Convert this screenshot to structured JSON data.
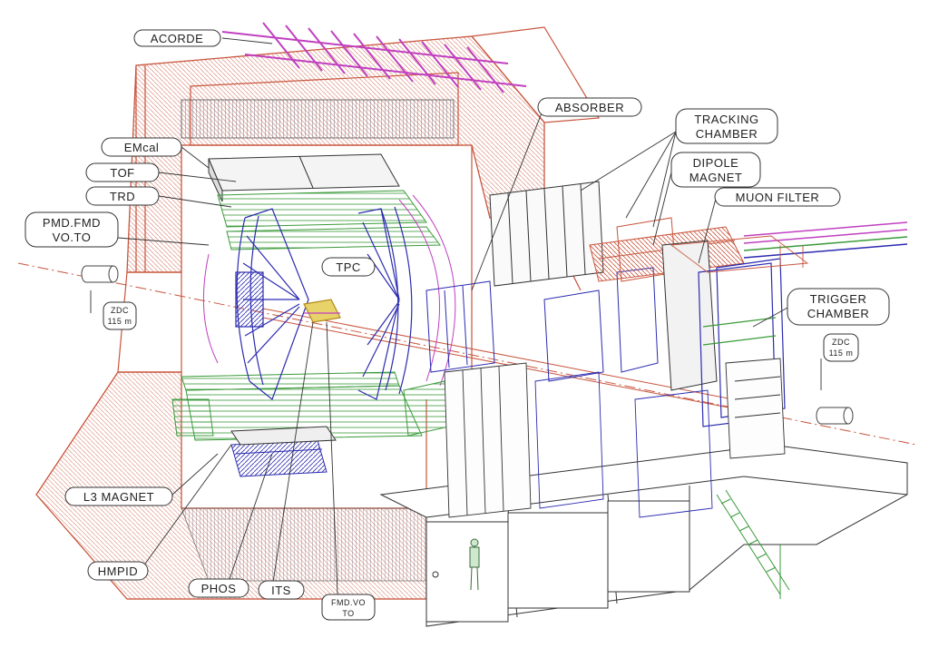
{
  "diagram": {
    "labels": {
      "acorde": "ACORDE",
      "emcal": "EMcal",
      "tof": "TOF",
      "trd": "TRD",
      "pmd_fmd_1": "PMD.FMD",
      "pmd_fmd_2": "VO.TO",
      "zdc_left_1": "ZDC",
      "zdc_left_2": "115 m",
      "tpc": "TPC",
      "absorber": "ABSORBER",
      "tracking_1": "TRACKING",
      "tracking_2": "CHAMBER",
      "dipole_1": "DIPOLE",
      "dipole_2": "MAGNET",
      "muon_filter": "MUON FILTER",
      "trigger_1": "TRIGGER",
      "trigger_2": "CHAMBER",
      "zdc_right_1": "ZDC",
      "zdc_right_2": "115 m",
      "l3_magnet": "L3 MAGNET",
      "hmpid": "HMPID",
      "phos": "PHOS",
      "its": "ITS",
      "fmd_vo_1": "FMD.VO",
      "fmd_vo_2": "TO"
    },
    "colors": {
      "magnet": "#c8553d",
      "magenta": "#c040c0",
      "blue": "#2b2bb0",
      "green": "#3a9a3a",
      "line": "#333333",
      "hatch": "#8a8a9a"
    }
  }
}
